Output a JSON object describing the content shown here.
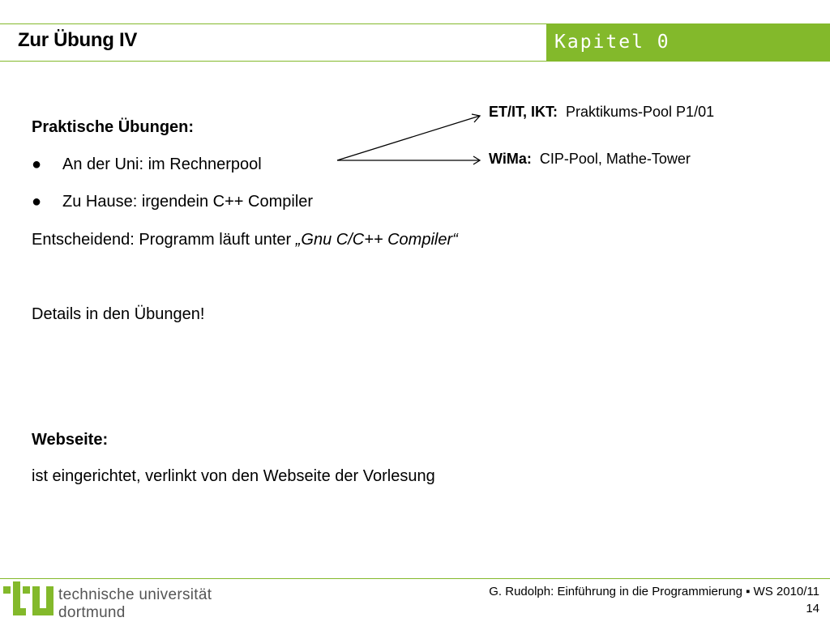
{
  "header": {
    "title": "Zur Übung IV",
    "chapter": "Kapitel 0",
    "accent_color": "#83b92b"
  },
  "content": {
    "section1_heading": "Praktische Übungen:",
    "bullets": [
      "An der Uni: im Rechnerpool",
      "Zu Hause: irgendein C++ Compiler"
    ],
    "bullet_symbol": "●",
    "decisive_prefix": "Entscheidend: Programm läuft unter ",
    "decisive_compiler": "„Gnu C/C++ Compiler“",
    "details": "Details in den Übungen!",
    "section2_heading": "Webseite:",
    "section2_text": "ist eingerichtet, verlinkt von den Webseite der Vorlesung"
  },
  "annotations": [
    {
      "label": "ET/IT, IKT:",
      "text": "Praktikums-Pool P1/01"
    },
    {
      "label": "WiMa:",
      "text": "CIP-Pool, Mathe-Tower"
    }
  ],
  "footer": {
    "logo": "tu",
    "university_line1": "technische universität",
    "university_line2": "dortmund",
    "credit": "G. Rudolph: Einführung in die Programmierung ▪ WS 2010/11",
    "page_number": "14"
  }
}
